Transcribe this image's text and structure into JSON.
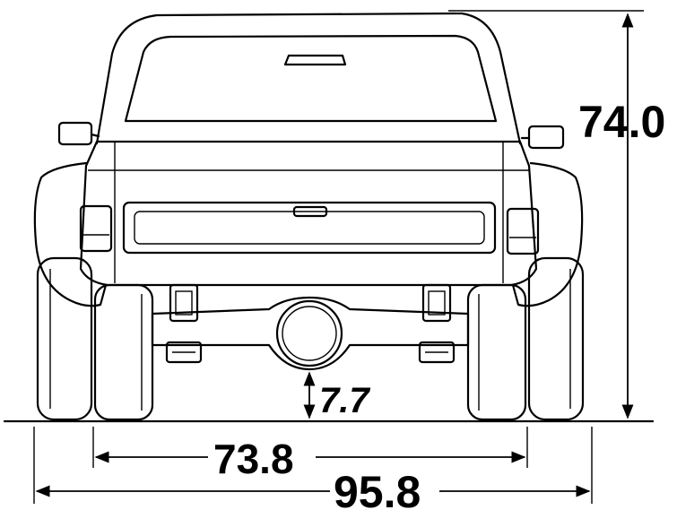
{
  "dimensions": {
    "height": "74.0",
    "ground_clearance": "7.7",
    "track_width": "73.8",
    "overall_width": "95.8"
  },
  "colors": {
    "ink": "#000000",
    "background": "#ffffff"
  }
}
